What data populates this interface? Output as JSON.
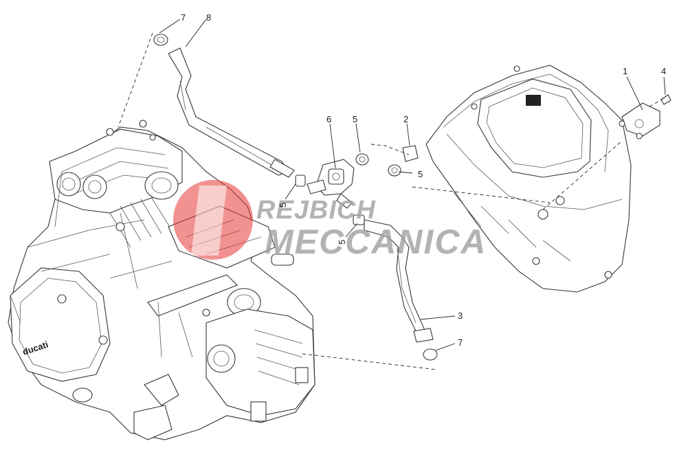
{
  "watermark": {
    "line1": "REJBICH",
    "line2": "MECCANICA",
    "logo_color": "#e53935",
    "text_color": "#9e9e9e"
  },
  "callouts": [
    {
      "id": "c1",
      "label": "1"
    },
    {
      "id": "c2",
      "label": "2"
    },
    {
      "id": "c3",
      "label": "3"
    },
    {
      "id": "c4",
      "label": "4"
    },
    {
      "id": "c5a",
      "label": "5"
    },
    {
      "id": "c5b",
      "label": "5"
    },
    {
      "id": "c5c",
      "label": "5"
    },
    {
      "id": "c5d",
      "label": "5"
    },
    {
      "id": "c6",
      "label": "6"
    },
    {
      "id": "c7a",
      "label": "7"
    },
    {
      "id": "c7b",
      "label": "7"
    },
    {
      "id": "c8",
      "label": "8"
    }
  ]
}
